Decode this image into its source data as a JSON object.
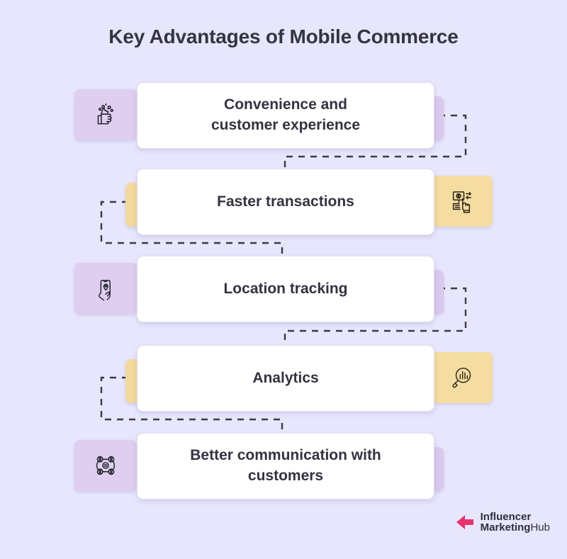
{
  "page": {
    "title": "Key Advantages of Mobile Commerce",
    "background_color": "#e7e6fd"
  },
  "theme": {
    "purple_tab": "#dfcef0",
    "yellow_tab": "#f5dda2",
    "card_background": "#ffffff",
    "text_color": "#333340",
    "connector_color": "#3a3a46",
    "logo_accent": "#e8336d"
  },
  "items": [
    {
      "index": 1,
      "label": "Convenience and\ncustomer experience",
      "icon": "thumbs-up-sparkle-icon",
      "accent": "purple",
      "icon_side": "left"
    },
    {
      "index": 2,
      "label": "Faster transactions",
      "icon": "mobile-payment-hand-icon",
      "accent": "yellow",
      "icon_side": "right"
    },
    {
      "index": 3,
      "label": "Location tracking",
      "icon": "phone-location-pin-icon",
      "accent": "purple",
      "icon_side": "left"
    },
    {
      "index": 4,
      "label": "Analytics",
      "icon": "magnifier-bar-chart-icon",
      "accent": "yellow",
      "icon_side": "right"
    },
    {
      "index": 5,
      "label": "Better communication with\ncustomers",
      "icon": "people-network-icon",
      "accent": "purple",
      "icon_side": "left"
    }
  ],
  "logo": {
    "line1": "Influencer",
    "line2_bold": "Marketing",
    "line2_light": "Hub",
    "mark": "arrow-left-mark"
  }
}
